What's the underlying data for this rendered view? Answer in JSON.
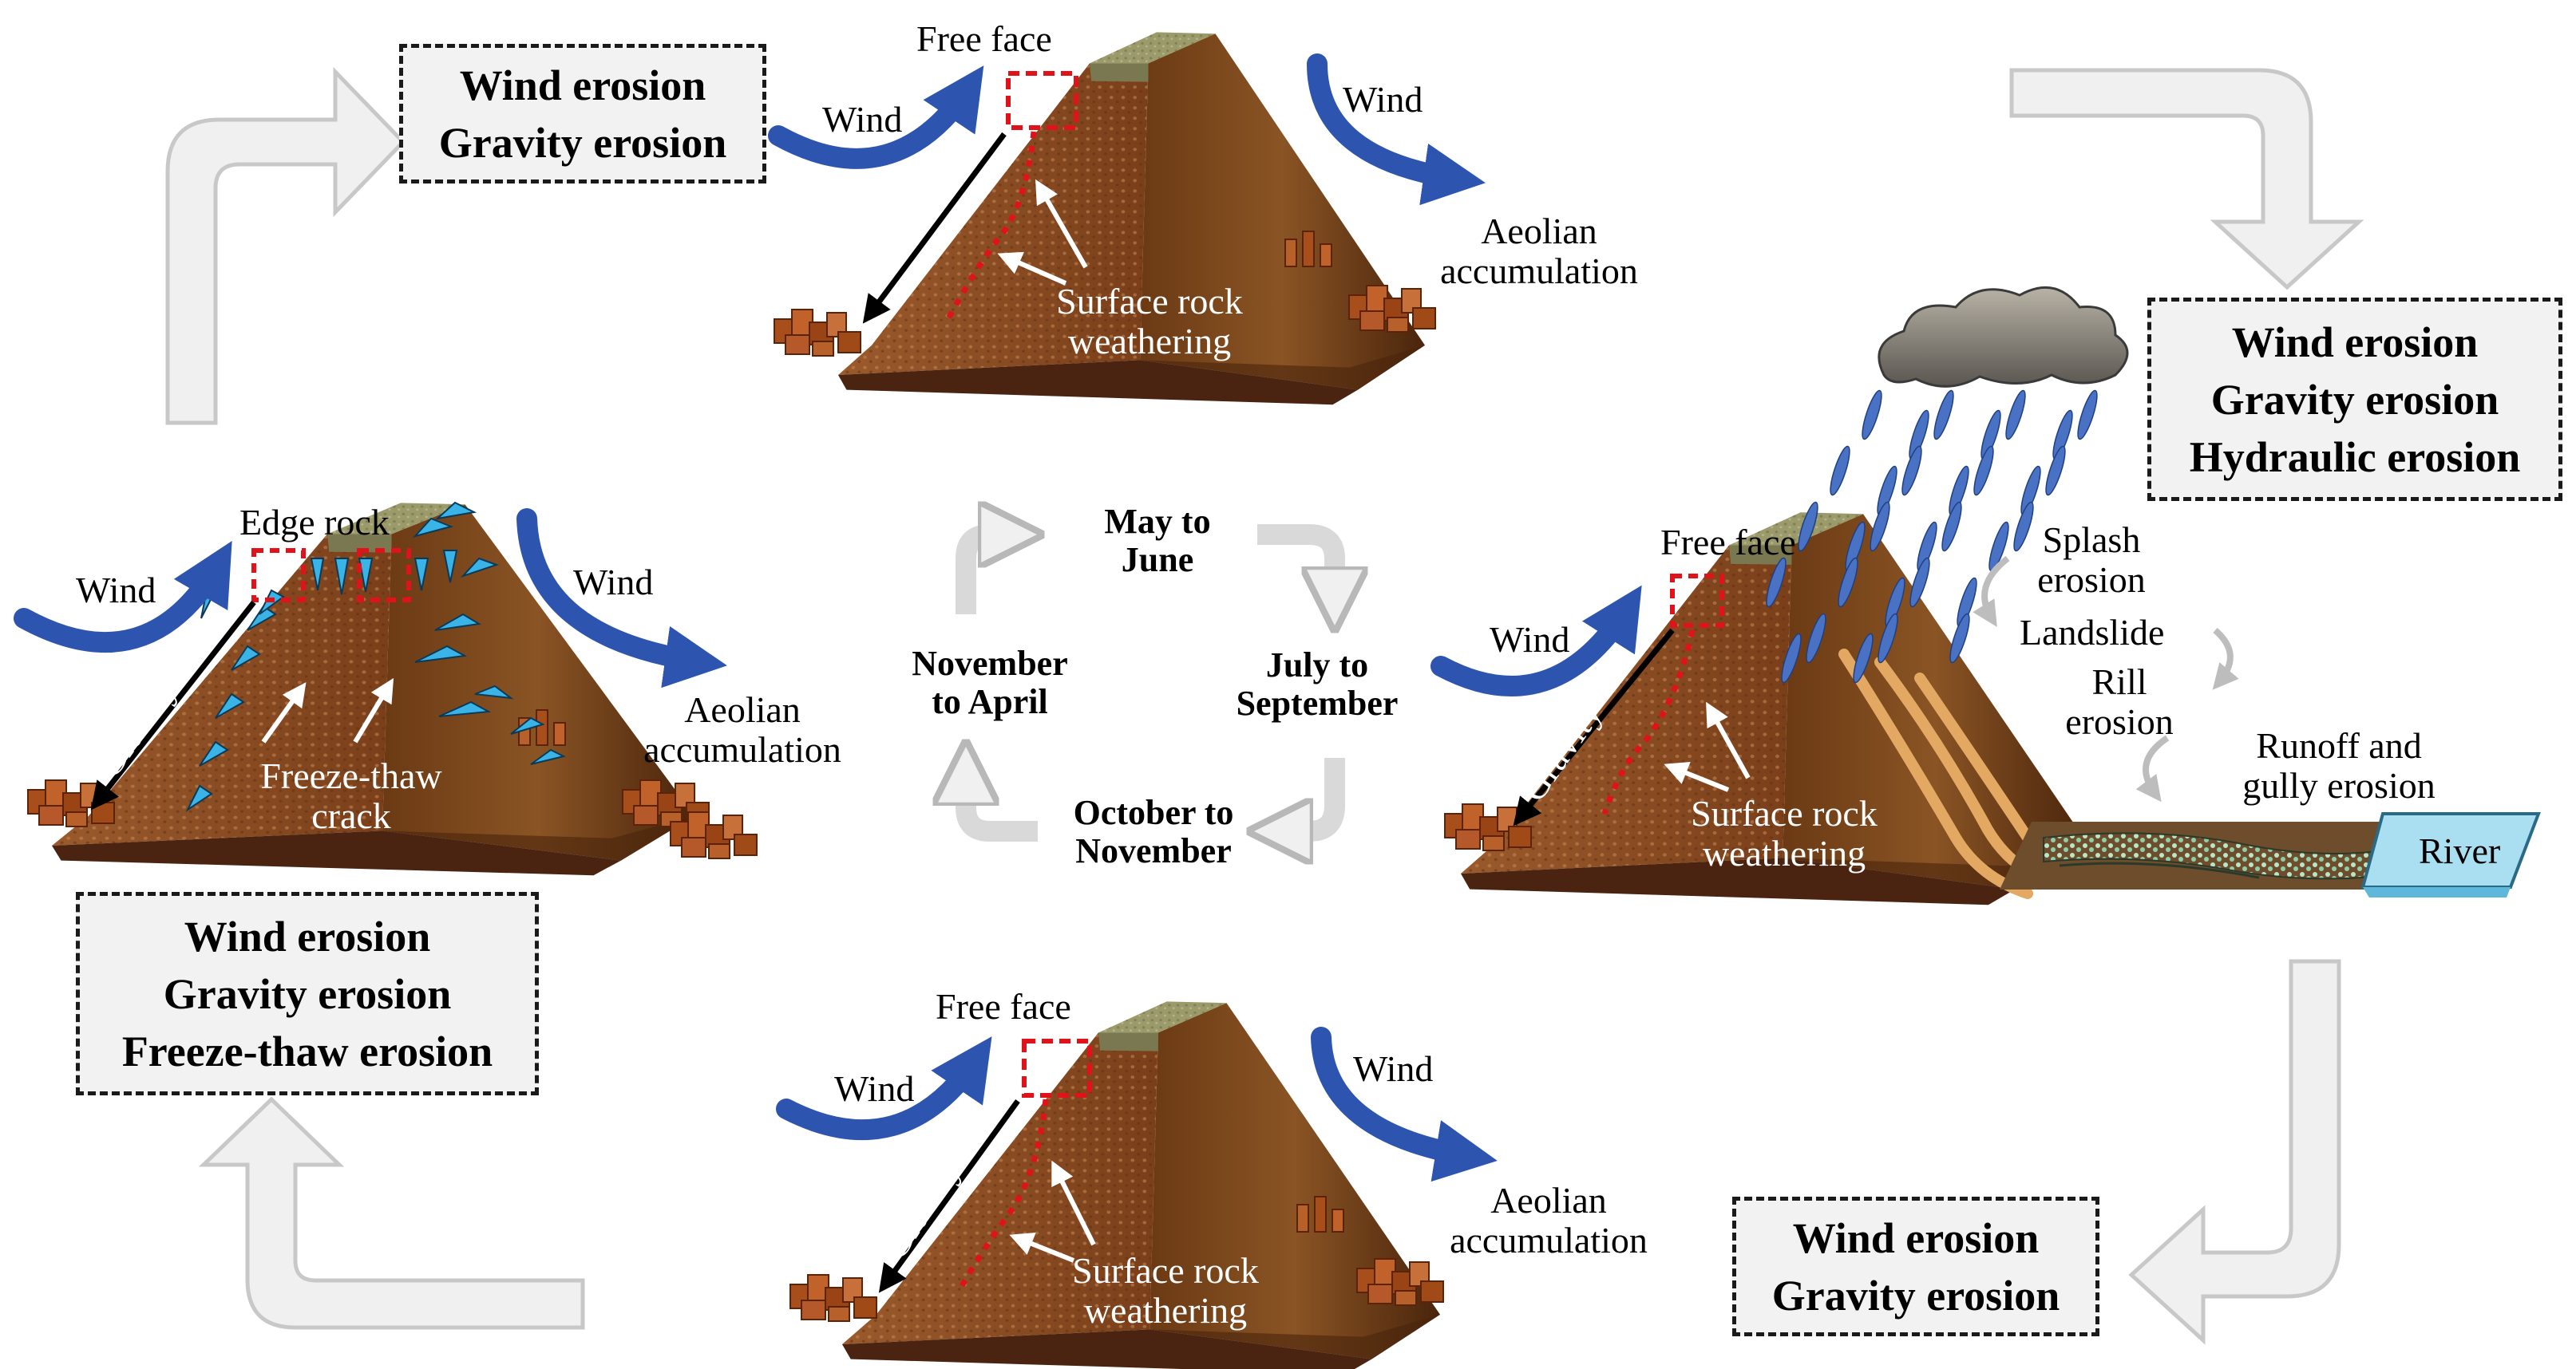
{
  "boxes": {
    "top": [
      "Wind erosion",
      "Gravity erosion"
    ],
    "right_top": [
      "Wind erosion",
      "Gravity erosion",
      "Hydraulic erosion"
    ],
    "bottom_right": [
      "Wind erosion",
      "Gravity erosion"
    ],
    "left": [
      "Wind erosion",
      "Gravity erosion",
      "Freeze-thaw erosion"
    ]
  },
  "seasons": {
    "may_june": [
      "May to",
      "June"
    ],
    "july_sept": [
      "July to",
      "September"
    ],
    "oct_nov": [
      "October to",
      "November"
    ],
    "nov_april": [
      "November",
      "to April"
    ]
  },
  "labels": {
    "free_face": "Free face",
    "edge_rock": "Edge rock",
    "wind": "Wind",
    "gravity": "Gravity",
    "aeolian": [
      "Aeolian",
      "accumulation"
    ],
    "surface_rock": [
      "Surface rock",
      "weathering"
    ],
    "freeze_thaw": [
      "Freeze-thaw",
      "crack"
    ],
    "splash": [
      "Splash",
      "erosion"
    ],
    "landslide": "Landslide",
    "rill": [
      "Rill",
      "erosion"
    ],
    "runoff": [
      "Runoff and",
      "gully erosion"
    ],
    "river": "River"
  },
  "colors": {
    "soil": "#8a4a22",
    "soil_dark": "#5a2e12",
    "cap": "#9b9a6a",
    "wind": "#2d55b0",
    "arrow_fill": "#f0f0f0",
    "arrow_stroke": "#c8c8c8",
    "dashed_red": "#e0121a",
    "rain": "#4a72c4",
    "river": "#a9dff0",
    "ice": "#3ab4e6"
  }
}
